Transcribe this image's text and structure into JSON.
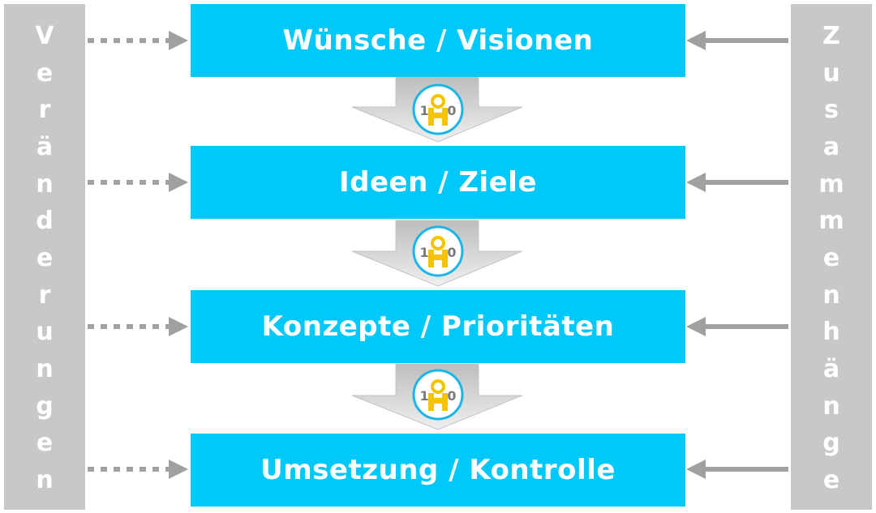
{
  "left_bar": {
    "label": "Veränderungen"
  },
  "right_bar": {
    "label": "Zusammenhänge"
  },
  "stages": [
    {
      "label": "Wünsche / Visionen"
    },
    {
      "label": "Ideen / Ziele"
    },
    {
      "label": "Konzepte / Prioritäten"
    },
    {
      "label": "Umsetzung / Kontrolle"
    }
  ],
  "connector_logo": {
    "digits_left": "1",
    "digits_right": "0",
    "icon": "person-logo-icon"
  },
  "colors": {
    "box": "#00c8f8",
    "side": "#c8c8c8",
    "arrow": "#a0a0a0",
    "logo_yellow": "#f5c400"
  }
}
